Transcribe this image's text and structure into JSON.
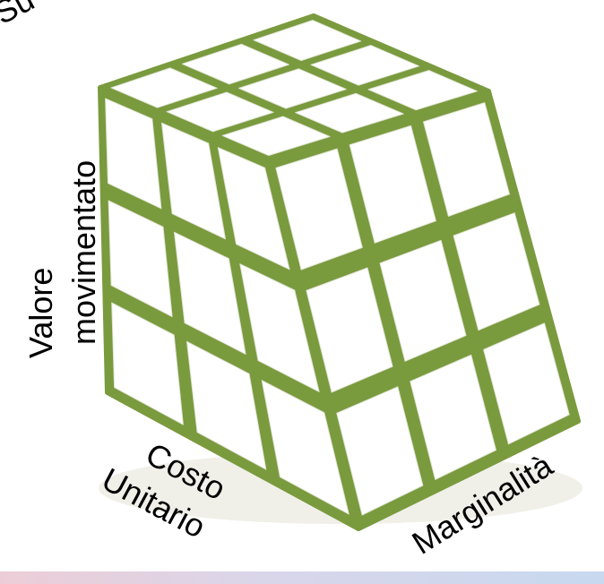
{
  "cube": {
    "fill_color": "#ffffff",
    "edge_color": "#7a9a3e",
    "grid": 3
  },
  "labels": {
    "top_corner_fragment": "Su",
    "left_axis_line1": "Valore",
    "left_axis_line2": "movimentato",
    "front_left_line1": "Costo",
    "front_left_line2": "Unitario",
    "front_right": "Marginalità"
  },
  "bottom_band": {
    "gradient_start": "#eccdd7",
    "gradient_end": "#c7d8ef"
  }
}
